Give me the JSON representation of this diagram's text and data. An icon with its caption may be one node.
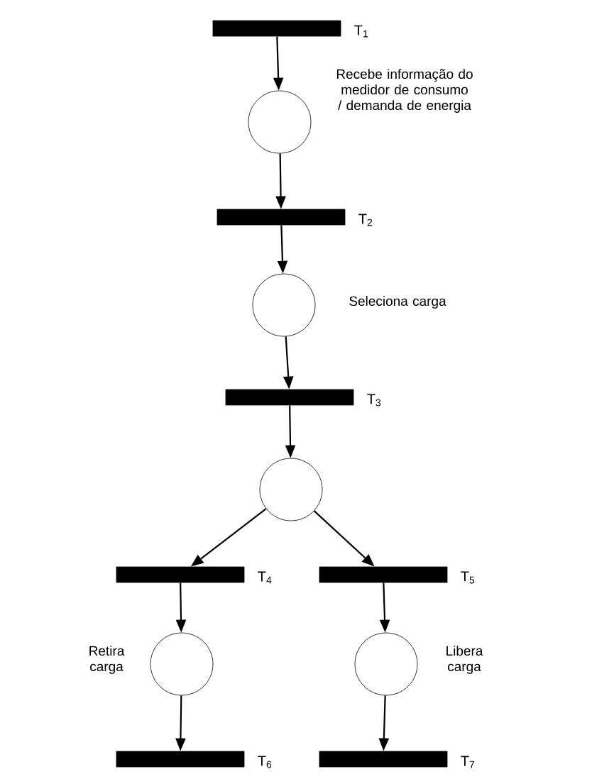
{
  "diagram": {
    "nodes": [
      {
        "text": [],
        "shape": "bar",
        "beside": [
          "T$_{1}$"
        ]
      },
      {
        "text": [],
        "shape": "circle",
        "beside": [
          "Recebe informação do medidor de consumo / demanda de energia"
        ]
      },
      {
        "text": [],
        "shape": "bar",
        "beside": [
          "T$_{2}$"
        ]
      },
      {
        "text": [],
        "shape": "circle",
        "beside": [
          "Seleciona carga"
        ]
      },
      {
        "text": [],
        "shape": "bar",
        "beside": [
          "T$_{3}$"
        ]
      },
      {
        "text": [],
        "shape": "circle"
      },
      {
        "text": [],
        "shape": "bar",
        "beside": [
          "T$_{4}$"
        ]
      },
      {
        "text": [],
        "shape": "bar",
        "beside": [
          "T$_{5}$"
        ]
      },
      {
        "text": [],
        "shape": "circle",
        "beside": [
          "Retira carga"
        ]
      },
      {
        "text": [],
        "shape": "circle",
        "beside": [
          "Libera carga"
        ]
      },
      {
        "text": [],
        "shape": "bar",
        "beside": [
          "T$_{6}$"
        ]
      },
      {
        "text": [],
        "shape": "bar",
        "beside": [
          "T$_{7}$"
        ]
      }
    ],
    "edges": [
      {
        "from": 0,
        "to": 1,
        "arrow": "to"
      },
      {
        "from": 1,
        "to": 2,
        "arrow": "to"
      },
      {
        "from": 2,
        "to": 3,
        "arrow": "to"
      },
      {
        "from": 3,
        "to": 4,
        "arrow": "to"
      },
      {
        "from": 4,
        "to": 5,
        "arrow": "to"
      },
      {
        "from": 5,
        "to": 6,
        "arrow": "to"
      },
      {
        "from": 5,
        "to": 7,
        "arrow": "to"
      },
      {
        "from": 6,
        "to": 8,
        "arrow": "to"
      },
      {
        "from": 7,
        "to": 9,
        "arrow": "to"
      },
      {
        "from": 8,
        "to": 10,
        "arrow": "to"
      },
      {
        "from": 9,
        "to": 11,
        "arrow": "to"
      }
    ]
  }
}
